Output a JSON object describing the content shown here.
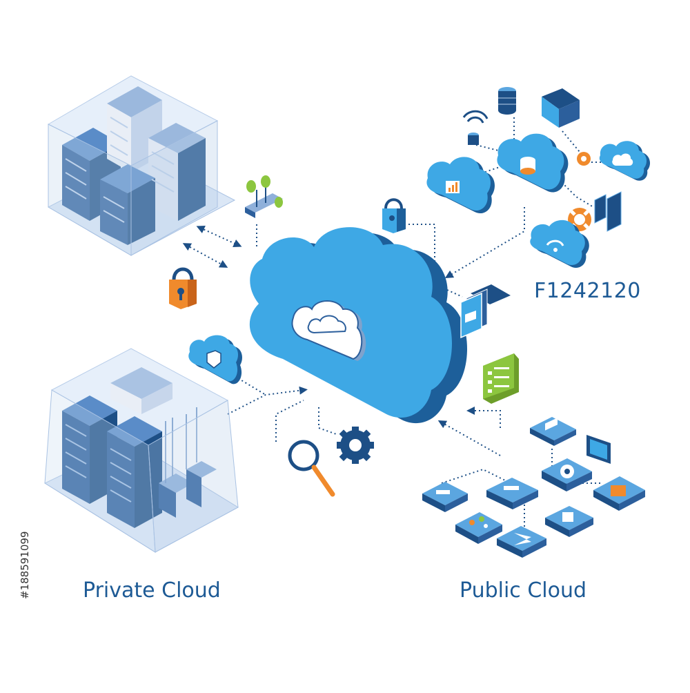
{
  "labels": {
    "private_cloud": "Private Cloud",
    "public_cloud": "Public Cloud",
    "image_code": "F1242120",
    "side_id": "#188591099"
  },
  "colors": {
    "cloud_face": "#3ea8e5",
    "cloud_side": "#1d5f9a",
    "navy": "#1d4f86",
    "light_blue": "#5ba6e0",
    "glass": "#c7d9ef",
    "accent_orange": "#f08a2c",
    "accent_green": "#8cc63f",
    "text": "#1d5a95"
  },
  "icons": [
    "private-cloud-datacenter-icon",
    "server-room-icon",
    "central-cloud-icon",
    "lock-icon",
    "shield-cloud-icon",
    "plant-network-icon",
    "search-icon",
    "gear-icon",
    "public-cloud-cluster-icon",
    "document-stack-icon",
    "checklist-icon",
    "device-network-icon"
  ]
}
